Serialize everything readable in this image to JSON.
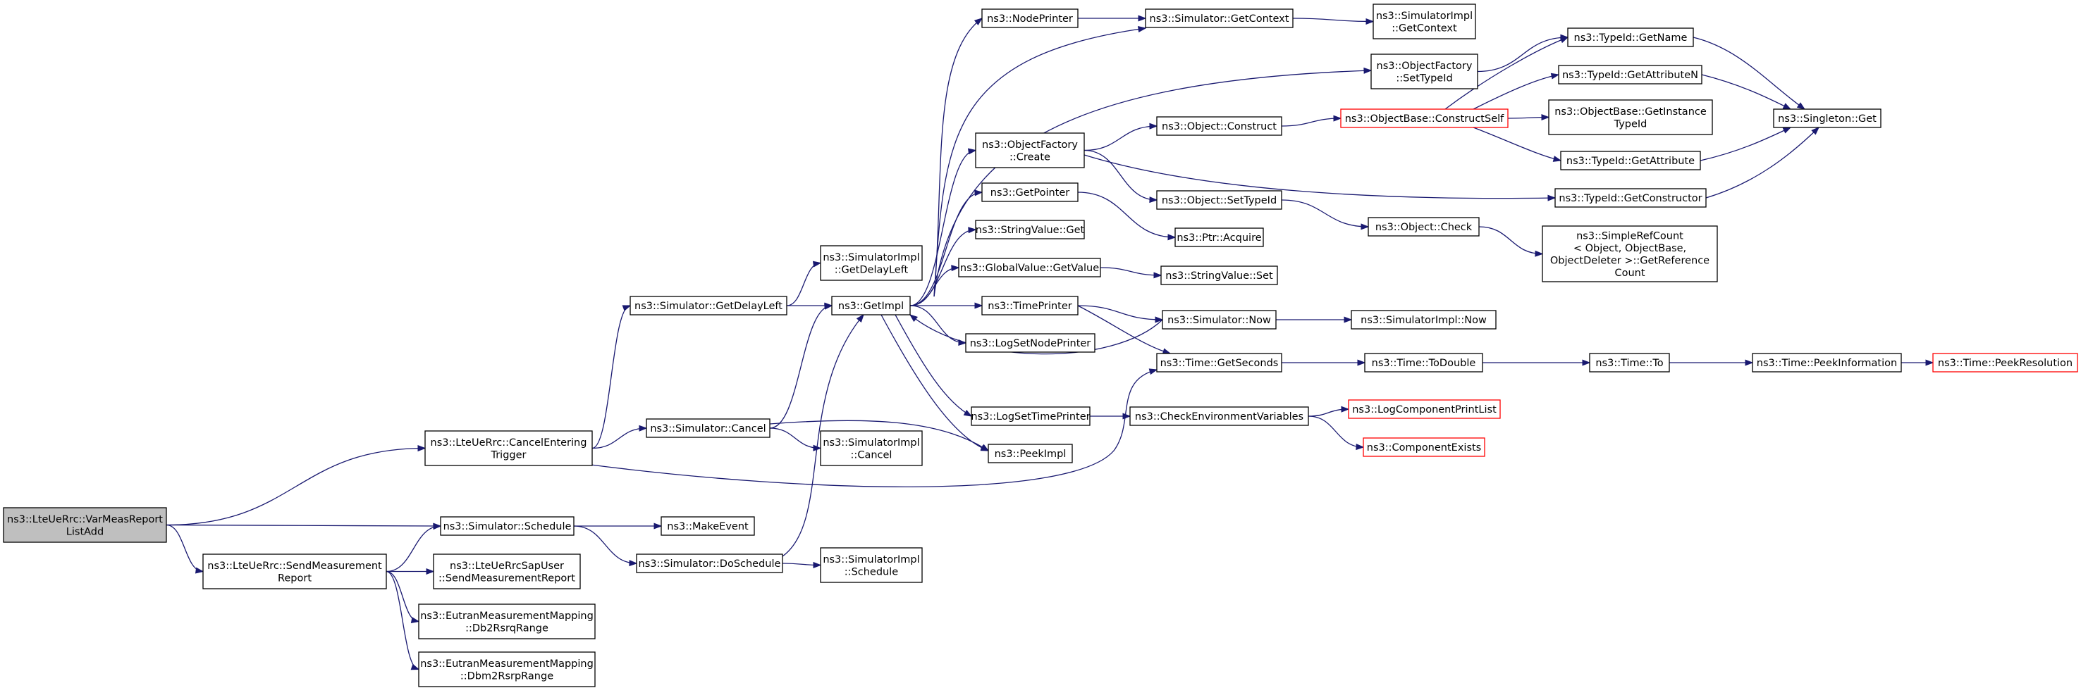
{
  "graph": {
    "root": "n_root",
    "colors": {
      "edge": "#191970",
      "root_fill": "#bfbfbf",
      "truncated_border": "#ff0000",
      "node_border": "#000000"
    },
    "nodes": [
      {
        "id": "n_root",
        "lines": [
          "ns3::LteUeRrc::VarMeasReport",
          "ListAdd"
        ],
        "root": true
      },
      {
        "id": "n_cancelTrig",
        "lines": [
          "ns3::LteUeRrc::CancelEntering",
          "Trigger"
        ]
      },
      {
        "id": "n_schedule",
        "lines": [
          "ns3::Simulator::Schedule"
        ]
      },
      {
        "id": "n_sendMeas",
        "lines": [
          "ns3::LteUeRrc::SendMeasurement",
          "Report"
        ]
      },
      {
        "id": "n_getDelayLeft",
        "lines": [
          "ns3::Simulator::GetDelayLeft"
        ]
      },
      {
        "id": "n_cancel",
        "lines": [
          "ns3::Simulator::Cancel"
        ]
      },
      {
        "id": "n_makeEvent",
        "lines": [
          "ns3::MakeEvent"
        ]
      },
      {
        "id": "n_doSchedule",
        "lines": [
          "ns3::Simulator::DoSchedule"
        ]
      },
      {
        "id": "n_sapUser",
        "lines": [
          "ns3::LteUeRrcSapUser",
          "::SendMeasurementReport"
        ]
      },
      {
        "id": "n_db2",
        "lines": [
          "ns3::EutranMeasurementMapping",
          "::Db2RsrqRange"
        ]
      },
      {
        "id": "n_dbm2",
        "lines": [
          "ns3::EutranMeasurementMapping",
          "::Dbm2RsrpRange"
        ]
      },
      {
        "id": "n_implGetDelay",
        "lines": [
          "ns3::SimulatorImpl",
          "::GetDelayLeft"
        ]
      },
      {
        "id": "n_getImpl",
        "lines": [
          "ns3::GetImpl"
        ]
      },
      {
        "id": "n_implCancel",
        "lines": [
          "ns3::SimulatorImpl",
          "::Cancel"
        ]
      },
      {
        "id": "n_implSchedule",
        "lines": [
          "ns3::SimulatorImpl",
          "::Schedule"
        ]
      },
      {
        "id": "n_nodePrinter",
        "lines": [
          "ns3::NodePrinter"
        ]
      },
      {
        "id": "n_ofCreate",
        "lines": [
          "ns3::ObjectFactory",
          "::Create"
        ]
      },
      {
        "id": "n_getPointer",
        "lines": [
          "ns3::GetPointer"
        ]
      },
      {
        "id": "n_strValGet",
        "lines": [
          "ns3::StringValue::Get"
        ]
      },
      {
        "id": "n_globalGetValue",
        "lines": [
          "ns3::GlobalValue::GetValue"
        ]
      },
      {
        "id": "n_timePrinter",
        "lines": [
          "ns3::TimePrinter"
        ]
      },
      {
        "id": "n_logSetNode",
        "lines": [
          "ns3::LogSetNodePrinter"
        ]
      },
      {
        "id": "n_logSetTime",
        "lines": [
          "ns3::LogSetTimePrinter"
        ]
      },
      {
        "id": "n_peekImpl",
        "lines": [
          "ns3::PeekImpl"
        ]
      },
      {
        "id": "n_getContext",
        "lines": [
          "ns3::Simulator::GetContext"
        ]
      },
      {
        "id": "n_objConstruct",
        "lines": [
          "ns3::Object::Construct"
        ]
      },
      {
        "id": "n_objSetTypeId",
        "lines": [
          "ns3::Object::SetTypeId"
        ]
      },
      {
        "id": "n_ptrAcquire",
        "lines": [
          "ns3::Ptr::Acquire"
        ]
      },
      {
        "id": "n_strValSet",
        "lines": [
          "ns3::StringValue::Set"
        ]
      },
      {
        "id": "n_simNow",
        "lines": [
          "ns3::Simulator::Now"
        ]
      },
      {
        "id": "n_timeGetSeconds",
        "lines": [
          "ns3::Time::GetSeconds"
        ]
      },
      {
        "id": "n_checkEnv",
        "lines": [
          "ns3::CheckEnvironmentVariables"
        ]
      },
      {
        "id": "n_implGetContext",
        "lines": [
          "ns3::SimulatorImpl",
          "::GetContext"
        ]
      },
      {
        "id": "n_ofSetTypeId",
        "lines": [
          "ns3::ObjectFactory",
          "::SetTypeId"
        ]
      },
      {
        "id": "n_constructSelf",
        "lines": [
          "ns3::ObjectBase::ConstructSelf"
        ],
        "truncated": true
      },
      {
        "id": "n_objCheck",
        "lines": [
          "ns3::Object::Check"
        ]
      },
      {
        "id": "n_implNow",
        "lines": [
          "ns3::SimulatorImpl::Now"
        ]
      },
      {
        "id": "n_toDouble",
        "lines": [
          "ns3::Time::ToDouble"
        ]
      },
      {
        "id": "n_logCompPrint",
        "lines": [
          "ns3::LogComponentPrintList"
        ],
        "truncated": true
      },
      {
        "id": "n_compExists",
        "lines": [
          "ns3::ComponentExists"
        ],
        "truncated": true
      },
      {
        "id": "n_tidGetName",
        "lines": [
          "ns3::TypeId::GetName"
        ]
      },
      {
        "id": "n_tidGetAttrN",
        "lines": [
          "ns3::TypeId::GetAttributeN"
        ]
      },
      {
        "id": "n_obGetInstance",
        "lines": [
          "ns3::ObjectBase::GetInstance",
          "TypeId"
        ]
      },
      {
        "id": "n_tidGetAttr",
        "lines": [
          "ns3::TypeId::GetAttribute"
        ]
      },
      {
        "id": "n_tidGetCtor",
        "lines": [
          "ns3::TypeId::GetConstructor"
        ]
      },
      {
        "id": "n_refCount",
        "lines": [
          "ns3::SimpleRefCount",
          "< Object, ObjectBase,",
          "ObjectDeleter >::GetReference",
          "Count"
        ]
      },
      {
        "id": "n_timeTo",
        "lines": [
          "ns3::Time::To"
        ]
      },
      {
        "id": "n_singletonGet",
        "lines": [
          "ns3::Singleton::Get"
        ]
      },
      {
        "id": "n_peekInfo",
        "lines": [
          "ns3::Time::PeekInformation"
        ]
      },
      {
        "id": "n_peekRes",
        "lines": [
          "ns3::Time::PeekResolution"
        ],
        "truncated": true
      }
    ],
    "edges": [
      [
        "n_root",
        "n_cancelTrig"
      ],
      [
        "n_root",
        "n_schedule"
      ],
      [
        "n_root",
        "n_sendMeas"
      ],
      [
        "n_cancelTrig",
        "n_getDelayLeft"
      ],
      [
        "n_cancelTrig",
        "n_cancel"
      ],
      [
        "n_cancelTrig",
        "n_timeGetSeconds"
      ],
      [
        "n_schedule",
        "n_makeEvent"
      ],
      [
        "n_schedule",
        "n_doSchedule"
      ],
      [
        "n_sendMeas",
        "n_schedule"
      ],
      [
        "n_sendMeas",
        "n_sapUser"
      ],
      [
        "n_sendMeas",
        "n_db2"
      ],
      [
        "n_sendMeas",
        "n_dbm2"
      ],
      [
        "n_getDelayLeft",
        "n_implGetDelay"
      ],
      [
        "n_getDelayLeft",
        "n_getImpl"
      ],
      [
        "n_cancel",
        "n_getImpl"
      ],
      [
        "n_cancel",
        "n_implCancel"
      ],
      [
        "n_cancel",
        "n_peekImpl"
      ],
      [
        "n_doSchedule",
        "n_getImpl"
      ],
      [
        "n_doSchedule",
        "n_implSchedule"
      ],
      [
        "n_getImpl",
        "n_nodePrinter"
      ],
      [
        "n_getImpl",
        "n_getContext"
      ],
      [
        "n_getImpl",
        "n_ofSetTypeId"
      ],
      [
        "n_getImpl",
        "n_ofCreate"
      ],
      [
        "n_getImpl",
        "n_getPointer"
      ],
      [
        "n_getImpl",
        "n_strValGet"
      ],
      [
        "n_getImpl",
        "n_globalGetValue"
      ],
      [
        "n_getImpl",
        "n_timePrinter"
      ],
      [
        "n_getImpl",
        "n_logSetNode"
      ],
      [
        "n_getImpl",
        "n_logSetTime"
      ],
      [
        "n_getImpl",
        "n_peekImpl"
      ],
      [
        "n_nodePrinter",
        "n_getContext"
      ],
      [
        "n_getContext",
        "n_implGetContext"
      ],
      [
        "n_ofCreate",
        "n_objConstruct"
      ],
      [
        "n_ofCreate",
        "n_objSetTypeId"
      ],
      [
        "n_ofCreate",
        "n_tidGetCtor"
      ],
      [
        "n_getPointer",
        "n_ptrAcquire"
      ],
      [
        "n_globalGetValue",
        "n_strValSet"
      ],
      [
        "n_timePrinter",
        "n_simNow"
      ],
      [
        "n_timePrinter",
        "n_timeGetSeconds"
      ],
      [
        "n_simNow",
        "n_getImpl"
      ],
      [
        "n_simNow",
        "n_implNow"
      ],
      [
        "n_logSetTime",
        "n_checkEnv"
      ],
      [
        "n_checkEnv",
        "n_logCompPrint"
      ],
      [
        "n_checkEnv",
        "n_compExists"
      ],
      [
        "n_timeGetSeconds",
        "n_toDouble"
      ],
      [
        "n_toDouble",
        "n_timeTo"
      ],
      [
        "n_timeTo",
        "n_peekInfo"
      ],
      [
        "n_peekInfo",
        "n_peekRes"
      ],
      [
        "n_objConstruct",
        "n_constructSelf"
      ],
      [
        "n_constructSelf",
        "n_tidGetName"
      ],
      [
        "n_constructSelf",
        "n_tidGetAttrN"
      ],
      [
        "n_constructSelf",
        "n_obGetInstance"
      ],
      [
        "n_constructSelf",
        "n_tidGetAttr"
      ],
      [
        "n_objSetTypeId",
        "n_objCheck"
      ],
      [
        "n_objCheck",
        "n_refCount"
      ],
      [
        "n_ofSetTypeId",
        "n_tidGetName"
      ],
      [
        "n_tidGetName",
        "n_singletonGet"
      ],
      [
        "n_tidGetAttrN",
        "n_singletonGet"
      ],
      [
        "n_tidGetAttr",
        "n_singletonGet"
      ],
      [
        "n_tidGetCtor",
        "n_singletonGet"
      ]
    ]
  }
}
